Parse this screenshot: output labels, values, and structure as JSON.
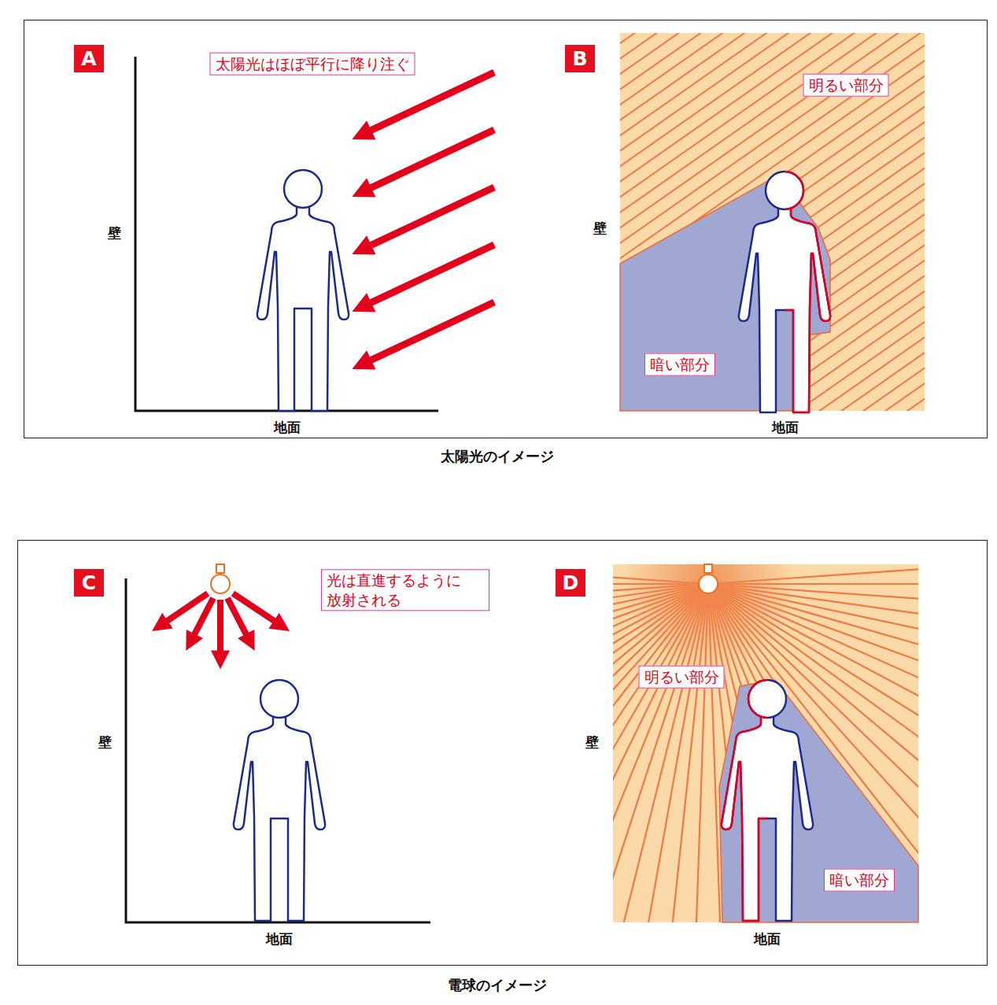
{
  "diagram": {
    "nodes": [
      {
        "text": [
          "A"
        ]
      },
      {
        "text": [
          "太陽光はほぼ平行に降り注ぐ"
        ]
      },
      {
        "text": [
          "B"
        ]
      },
      {
        "text": [
          "明るい部分"
        ]
      },
      {
        "text": [
          "暗い部分"
        ]
      },
      {
        "text": [
          "C"
        ]
      },
      {
        "text": [
          "光は直進するように 放射される"
        ]
      },
      {
        "text": [
          "D"
        ]
      },
      {
        "text": [
          "明るい部分"
        ]
      },
      {
        "text": [
          "暗い部分"
        ]
      }
    ],
    "labels": [
      "壁",
      "地面",
      "壁",
      "地面",
      "太陽光のイメージ",
      "壁",
      "地面",
      "壁",
      "地面",
      "電球のイメージ"
    ]
  }
}
